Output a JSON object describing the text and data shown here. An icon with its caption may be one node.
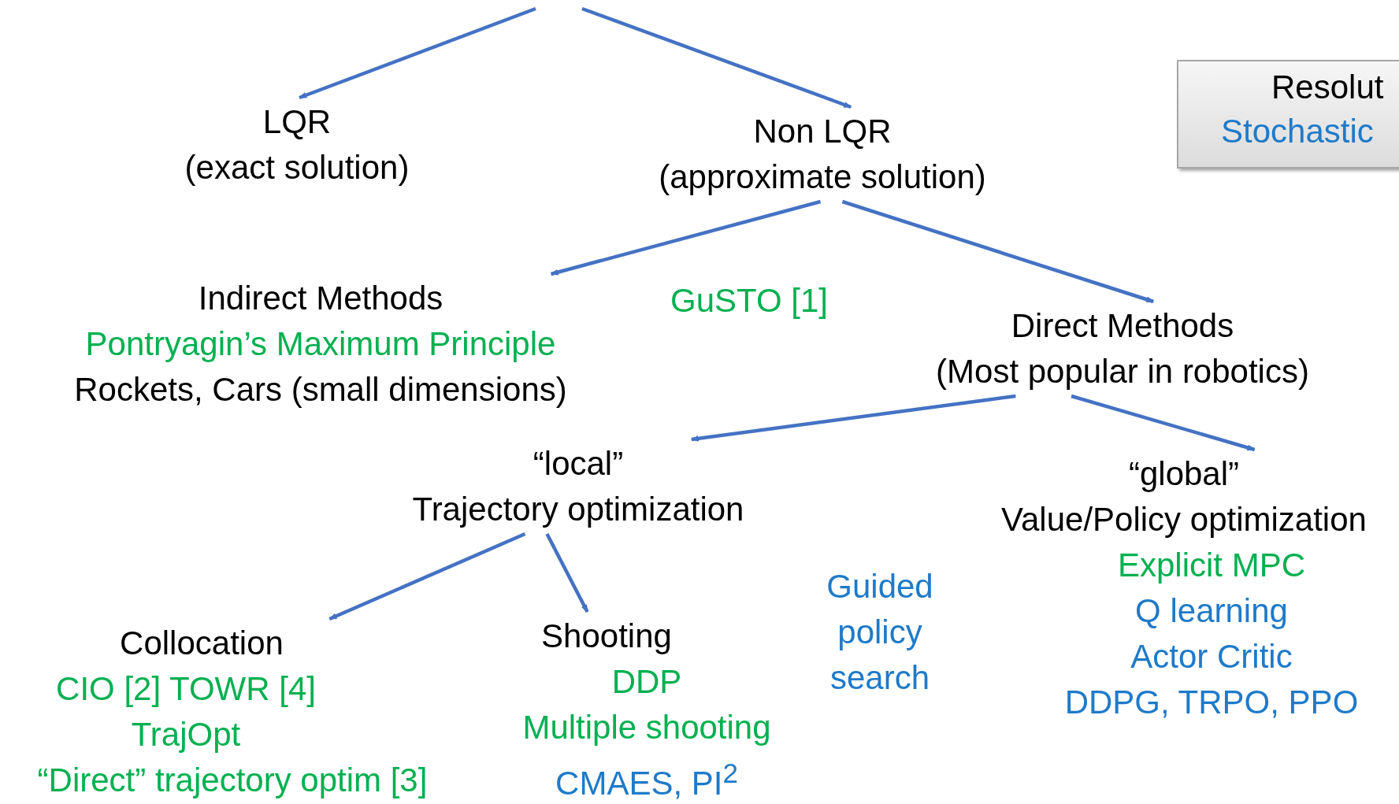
{
  "diagram": {
    "nodes": [
      {
        "text": [
          "LQR",
          "(exact solution)"
        ]
      },
      {
        "text": [
          "Non LQR",
          "(approximate solution)"
        ]
      },
      {
        "text": [
          "Indirect Methods",
          "Pontryagin’s Maximum Principle",
          "Rockets, Cars (small dimensions)"
        ]
      },
      {
        "text": [
          "Direct Methods",
          "(Most popular in robotics)"
        ]
      },
      {
        "text": [
          "“local”",
          "Trajectory optimization"
        ]
      },
      {
        "text": [
          "“global”",
          "Value/Policy optimization",
          "Explicit MPC",
          "Q learning",
          "Actor Critic",
          "DDPG, TRPO, PPO"
        ]
      },
      {
        "text": [
          "Collocation",
          "CIO [2] TOWR [4]",
          "TrajOpt",
          "“Direct” trajectory optim [3]"
        ]
      },
      {
        "text": [
          "Shooting",
          "DDP",
          "Multiple shooting",
          "CMAES, PI$^{2}$"
        ]
      },
      {
        "text": [
          "Resolut",
          "Stochastic"
        ]
      }
    ],
    "edges": [
      {
        "from": null,
        "to": 0,
        "arrow": "to"
      },
      {
        "from": null,
        "to": 1,
        "arrow": "to"
      },
      {
        "from": 1,
        "to": 2,
        "arrow": "to"
      },
      {
        "from": 1,
        "to": 3,
        "arrow": "to"
      },
      {
        "from": 3,
        "to": 4,
        "arrow": "to"
      },
      {
        "from": 3,
        "to": 5,
        "arrow": "to"
      },
      {
        "from": 4,
        "to": 6,
        "arrow": "to"
      },
      {
        "from": 4,
        "to": 7,
        "arrow": "to"
      }
    ],
    "labels": [
      "GuSTO [1]",
      "Guided policy search"
    ]
  }
}
